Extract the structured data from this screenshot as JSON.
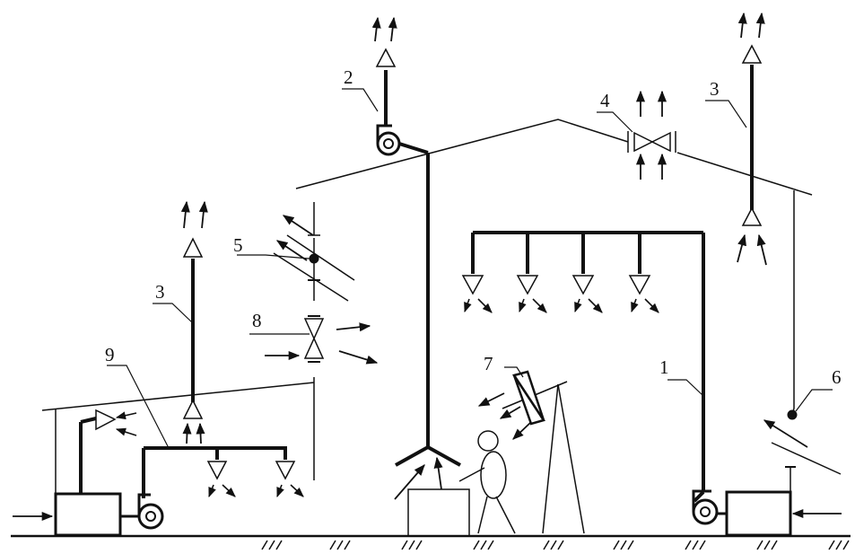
{
  "labels": {
    "n1": "1",
    "n2": "2",
    "n3_right": "3",
    "n3_left": "3",
    "n4": "4",
    "n5": "5",
    "n6": "6",
    "n7": "7",
    "n8": "8",
    "n9": "9"
  },
  "colors": {
    "stroke": "#111111",
    "background": "#ffffff"
  }
}
